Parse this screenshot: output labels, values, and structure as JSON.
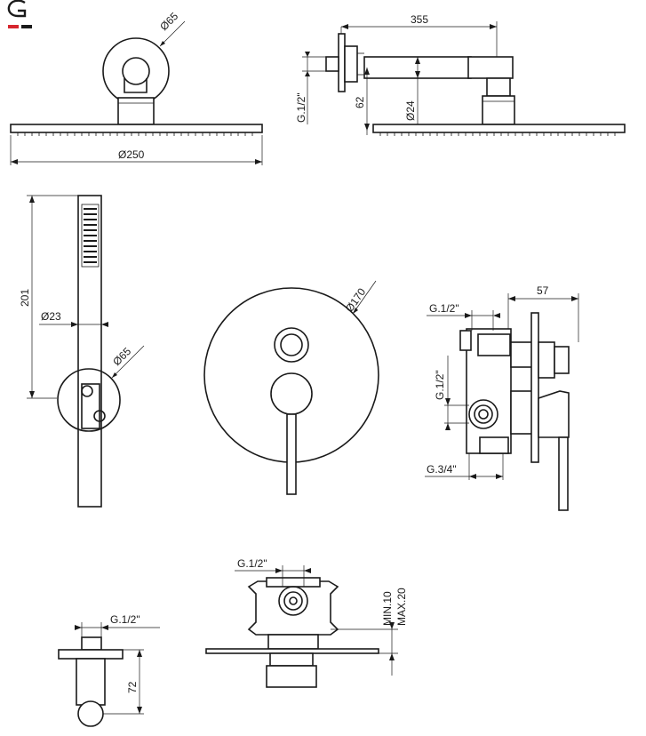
{
  "brand": {
    "logo_letter": "G",
    "accent_color": "#d6262e",
    "line_color": "#1a1a1a"
  },
  "head_shower": {
    "flange_diameter": "Ø65",
    "head_diameter": "Ø250",
    "arm_length": "355",
    "thread": "G.1/2\"",
    "height": "62",
    "arm_diameter": "Ø24"
  },
  "hand_shower": {
    "length": "201",
    "diameter": "Ø23",
    "holder_diameter": "Ø65"
  },
  "mixer_plate": {
    "diameter": "Ø170"
  },
  "valve_side": {
    "depth": "57",
    "thread_top": "G.1/2\"",
    "thread_side": "G.1/2\"",
    "thread_bottom": "G.3/4\""
  },
  "wall_outlet": {
    "thread": "G.1/2\"",
    "height": "72"
  },
  "valve_top": {
    "thread": "G.1/2\"",
    "min": "MIN.10",
    "max": "MAX.20"
  }
}
